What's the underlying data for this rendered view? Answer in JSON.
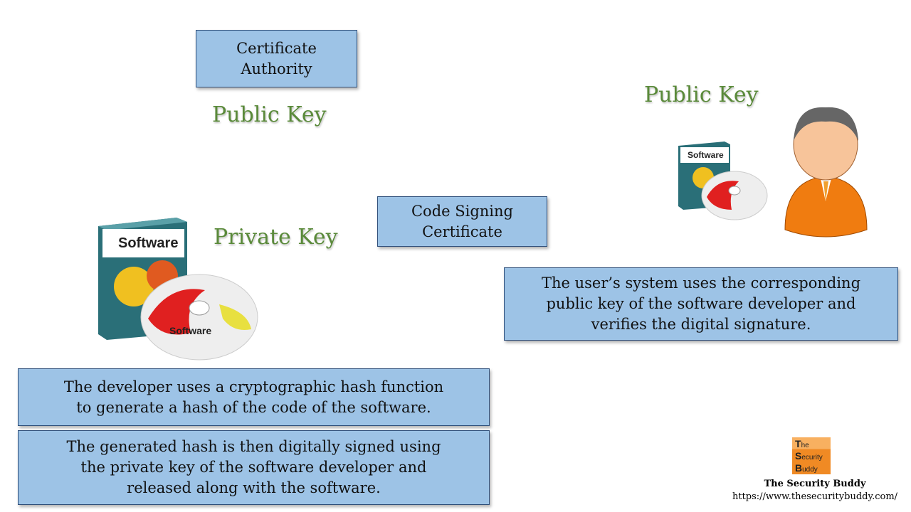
{
  "ca": {
    "label": "Certificate\nAuthority"
  },
  "ca_public_key": "Public Key",
  "private_key": "Private Key",
  "code_signing": {
    "label": "Code Signing\nCertificate"
  },
  "user_public_key": "Public Key",
  "user_text": "The user’s system uses the corresponding\npublic key of the software developer and\nverifies the digital signature.",
  "dev_text1": "The developer uses a cryptographic hash function\nto generate a hash of the code of the software.",
  "dev_text2": "The generated hash is then digitally signed using\nthe private key of the software developer and\nreleased along with the software.",
  "software_label": "Software",
  "brand": {
    "logo_letters": [
      "The",
      "Security",
      "Buddy"
    ],
    "name": "The Security Buddy",
    "url": "https://www.thesecuritybuddy.com/"
  },
  "colors": {
    "box": "#9dc3e6",
    "key_text": "#5a8a3a",
    "logo": "#f08a24"
  }
}
